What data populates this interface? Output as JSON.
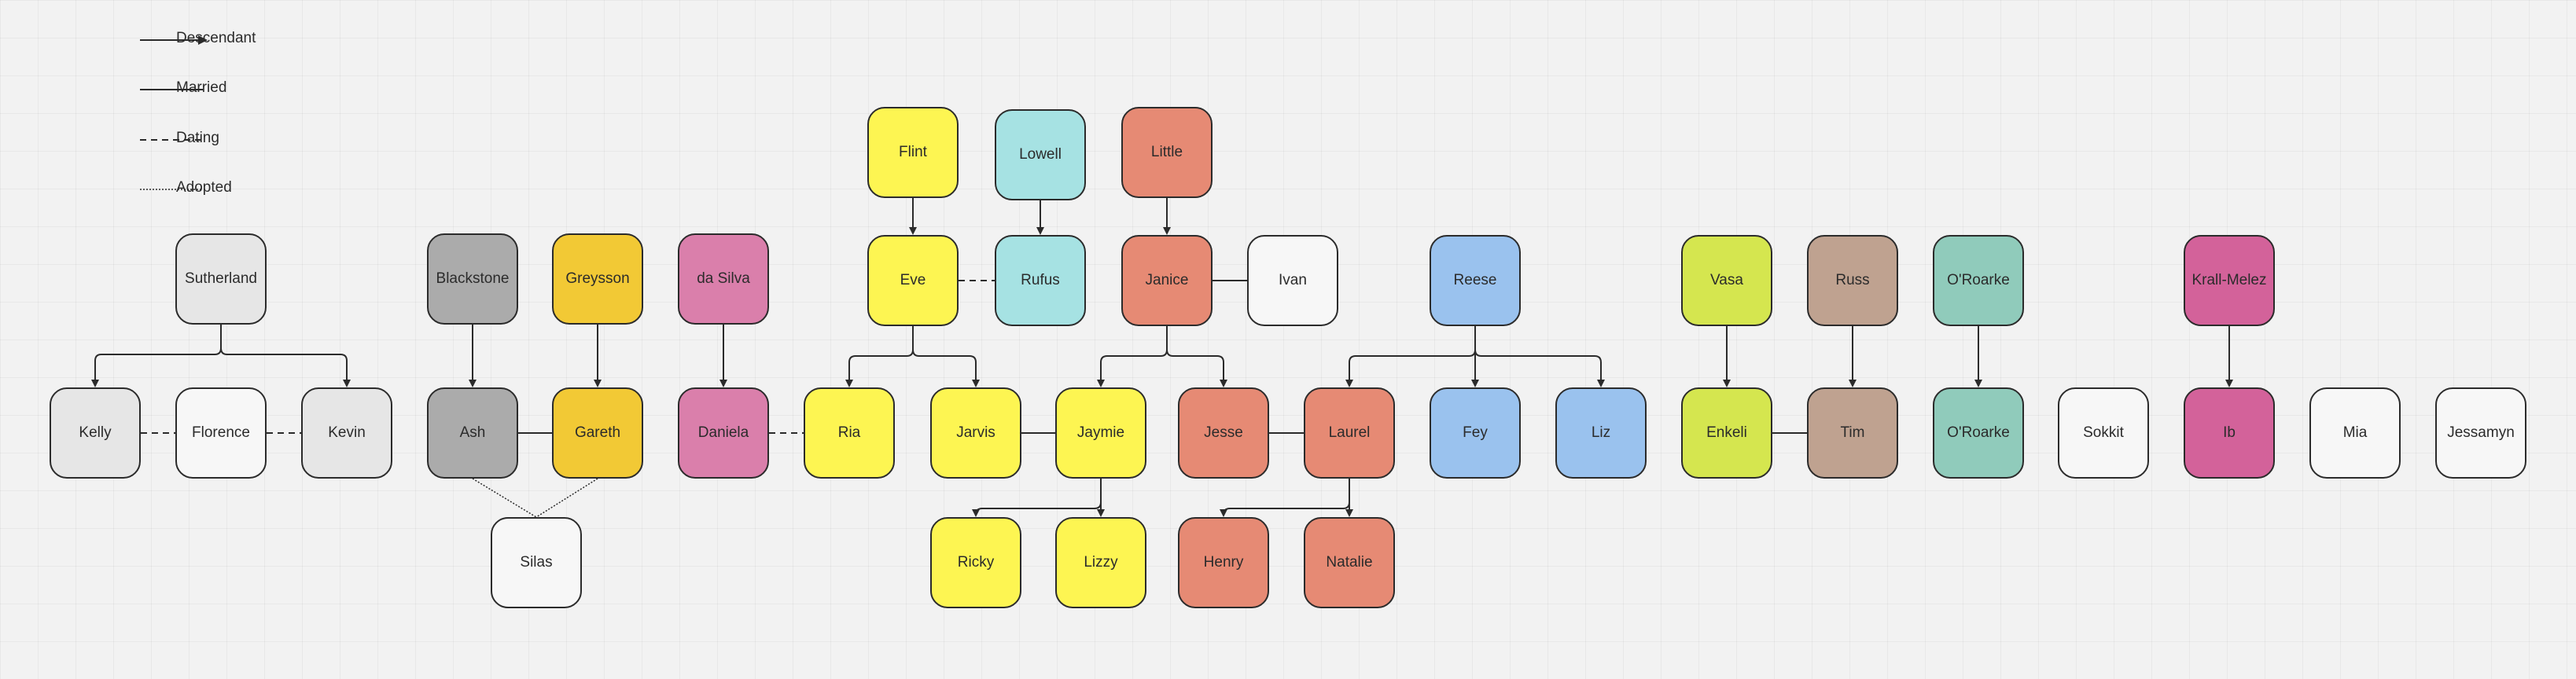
{
  "legend": [
    {
      "id": "descendant",
      "label": "Descendant",
      "style": "arrow"
    },
    {
      "id": "married",
      "label": "Married",
      "style": "solid"
    },
    {
      "id": "dating",
      "label": "Dating",
      "style": "dashed"
    },
    {
      "id": "adopted",
      "label": "Adopted",
      "style": "dotted"
    }
  ],
  "colors": {
    "grey": "#e6e6e6",
    "darkgrey": "#ababab",
    "white": "#f7f7f7",
    "gold": "#f2c935",
    "pink": "#da7fab",
    "yellow": "#fdf552",
    "cyan": "#a6e2e3",
    "salmon": "#e68a74",
    "blue": "#9ac2ee",
    "lime": "#d5e64f",
    "tan": "#bfa290",
    "teal": "#90cbbb",
    "magenta": "#d3629a"
  },
  "people": {
    "sutherland": {
      "name": "Sutherland",
      "color": "grey"
    },
    "kelly": {
      "name": "Kelly",
      "color": "grey"
    },
    "florence": {
      "name": "Florence",
      "color": "white"
    },
    "kevin": {
      "name": "Kevin",
      "color": "grey"
    },
    "blackstone": {
      "name": "Blackstone",
      "color": "darkgrey"
    },
    "ash": {
      "name": "Ash",
      "color": "darkgrey"
    },
    "greysson": {
      "name": "Greysson",
      "color": "gold"
    },
    "gareth": {
      "name": "Gareth",
      "color": "gold"
    },
    "silas": {
      "name": "Silas",
      "color": "white"
    },
    "dasilva": {
      "name": "da Silva",
      "color": "pink"
    },
    "daniela": {
      "name": "Daniela",
      "color": "pink"
    },
    "flint": {
      "name": "Flint",
      "color": "yellow"
    },
    "eve": {
      "name": "Eve",
      "color": "yellow"
    },
    "lowell": {
      "name": "Lowell",
      "color": "cyan"
    },
    "rufus": {
      "name": "Rufus",
      "color": "cyan"
    },
    "little": {
      "name": "Little",
      "color": "salmon"
    },
    "janice": {
      "name": "Janice",
      "color": "salmon"
    },
    "ivan": {
      "name": "Ivan",
      "color": "white"
    },
    "ria": {
      "name": "Ria",
      "color": "yellow"
    },
    "jarvis": {
      "name": "Jarvis",
      "color": "yellow"
    },
    "jaymie": {
      "name": "Jaymie",
      "color": "yellow"
    },
    "jesse": {
      "name": "Jesse",
      "color": "salmon"
    },
    "laurel": {
      "name": "Laurel",
      "color": "salmon"
    },
    "ricky": {
      "name": "Ricky",
      "color": "yellow"
    },
    "lizzy": {
      "name": "Lizzy",
      "color": "yellow"
    },
    "henry": {
      "name": "Henry",
      "color": "salmon"
    },
    "natalie": {
      "name": "Natalie",
      "color": "salmon"
    },
    "reese": {
      "name": "Reese",
      "color": "blue"
    },
    "fey": {
      "name": "Fey",
      "color": "blue"
    },
    "liz": {
      "name": "Liz",
      "color": "blue"
    },
    "vasa": {
      "name": "Vasa",
      "color": "lime"
    },
    "enkeli": {
      "name": "Enkeli",
      "color": "lime"
    },
    "russ": {
      "name": "Russ",
      "color": "tan"
    },
    "tim": {
      "name": "Tim",
      "color": "tan"
    },
    "oroarke_parent": {
      "name": "O'Roarke",
      "color": "teal"
    },
    "oroarke": {
      "name": "O'Roarke",
      "color": "teal"
    },
    "sokkit": {
      "name": "Sokkit",
      "color": "white"
    },
    "krallmelez": {
      "name": "Krall-Melez",
      "color": "magenta"
    },
    "ib": {
      "name": "Ib",
      "color": "magenta"
    },
    "mia": {
      "name": "Mia",
      "color": "white"
    },
    "jessamyn": {
      "name": "Jessamyn",
      "color": "white"
    }
  },
  "relations": [
    {
      "type": "descendant",
      "from": "sutherland",
      "to": [
        "kelly",
        "kevin"
      ]
    },
    {
      "type": "dating",
      "a": "kelly",
      "b": "florence"
    },
    {
      "type": "dating",
      "a": "florence",
      "b": "kevin"
    },
    {
      "type": "descendant",
      "from": "blackstone",
      "to": [
        "ash"
      ]
    },
    {
      "type": "descendant",
      "from": "greysson",
      "to": [
        "gareth"
      ]
    },
    {
      "type": "married",
      "a": "ash",
      "b": "gareth"
    },
    {
      "type": "adopted",
      "parents": [
        "ash",
        "gareth"
      ],
      "child": "silas"
    },
    {
      "type": "descendant",
      "from": "dasilva",
      "to": [
        "daniela"
      ]
    },
    {
      "type": "dating",
      "a": "daniela",
      "b": "ria"
    },
    {
      "type": "descendant",
      "from": "flint",
      "to": [
        "eve"
      ]
    },
    {
      "type": "descendant",
      "from": "lowell",
      "to": [
        "rufus"
      ]
    },
    {
      "type": "dating",
      "a": "eve",
      "b": "rufus"
    },
    {
      "type": "descendant",
      "from": "eve",
      "to": [
        "ria",
        "jarvis"
      ]
    },
    {
      "type": "married",
      "a": "jarvis",
      "b": "jaymie"
    },
    {
      "type": "descendant",
      "from": "jaymie",
      "to": [
        "ricky",
        "lizzy"
      ]
    },
    {
      "type": "descendant",
      "from": "little",
      "to": [
        "janice"
      ]
    },
    {
      "type": "married",
      "a": "janice",
      "b": "ivan"
    },
    {
      "type": "descendant",
      "from": "janice",
      "to": [
        "jaymie",
        "jesse"
      ]
    },
    {
      "type": "married",
      "a": "jesse",
      "b": "laurel"
    },
    {
      "type": "descendant",
      "from": "laurel",
      "to": [
        "henry",
        "natalie"
      ]
    },
    {
      "type": "descendant",
      "from": "reese",
      "to": [
        "laurel",
        "fey",
        "liz"
      ]
    },
    {
      "type": "descendant",
      "from": "vasa",
      "to": [
        "enkeli"
      ]
    },
    {
      "type": "descendant",
      "from": "russ",
      "to": [
        "tim"
      ]
    },
    {
      "type": "married",
      "a": "enkeli",
      "b": "tim"
    },
    {
      "type": "descendant",
      "from": "oroarke_parent",
      "to": [
        "oroarke"
      ]
    },
    {
      "type": "descendant",
      "from": "krallmelez",
      "to": [
        "ib"
      ]
    }
  ]
}
